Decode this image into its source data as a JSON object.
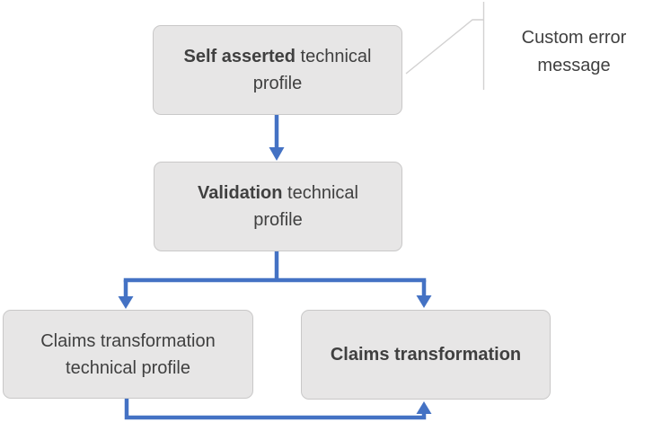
{
  "diagram": {
    "nodes": {
      "self_asserted": {
        "bold": "Self asserted",
        "rest": " technical profile"
      },
      "validation": {
        "bold": "Validation",
        "rest": " technical profile"
      },
      "claims_tp": {
        "bold": "",
        "rest": "Claims transformation technical profile"
      },
      "claims_tx": {
        "bold": "Claims transformation",
        "rest": ""
      }
    },
    "callout": {
      "text": "Custom error message"
    },
    "colors": {
      "arrow": "#4472c4",
      "node_fill": "#e7e6e6",
      "node_border": "#c9c8c8",
      "leader_line": "#d2d1d1",
      "text": "#404040"
    }
  }
}
